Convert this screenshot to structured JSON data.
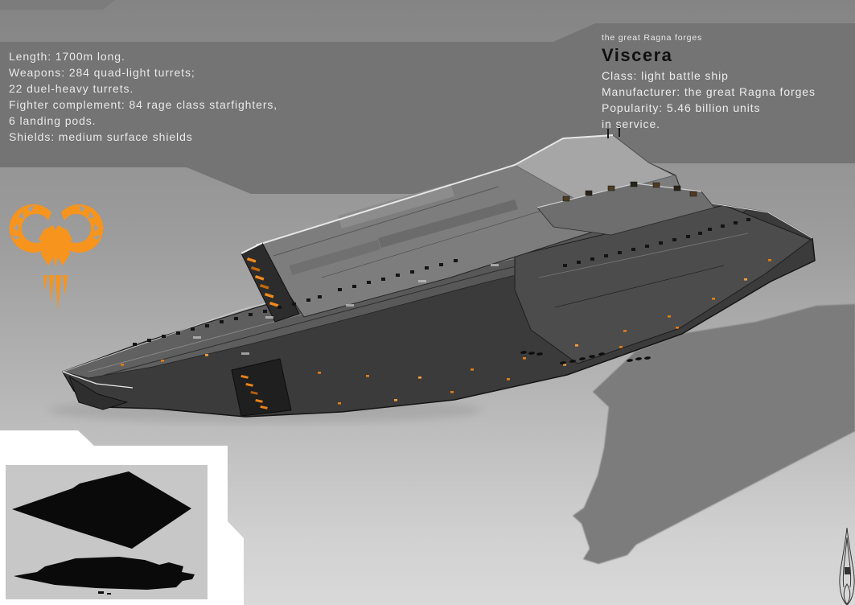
{
  "header": {
    "kicker": "the great Ragna forges",
    "title": "Viscera",
    "details": [
      "Class: light battle ship",
      "Manufacturer: the great Ragna forges",
      "Popularity: 5.46 billion units",
      "in service."
    ]
  },
  "specs": {
    "lines": [
      "Length: 1700m long.",
      "Weapons: 284 quad-light turrets;",
      "22 duel-heavy turrets.",
      "Fighter complement: 84 rage class starfighters,",
      "6 landing pods.",
      "Shields: medium surface shields"
    ]
  },
  "icons": {
    "ram_sigil": "ram-sigil-icon",
    "dagger_emblem": "dagger-emblem-icon"
  },
  "colors": {
    "accent_orange": "#f7941d",
    "band_gray": "#747474",
    "shadow_gray": "#7b7b7b",
    "panel_white": "#ffffff",
    "inset_gray": "#c7c7c7",
    "silhouette_black": "#0a0a0a",
    "text_light": "#ececec",
    "title_dark": "#101010"
  }
}
